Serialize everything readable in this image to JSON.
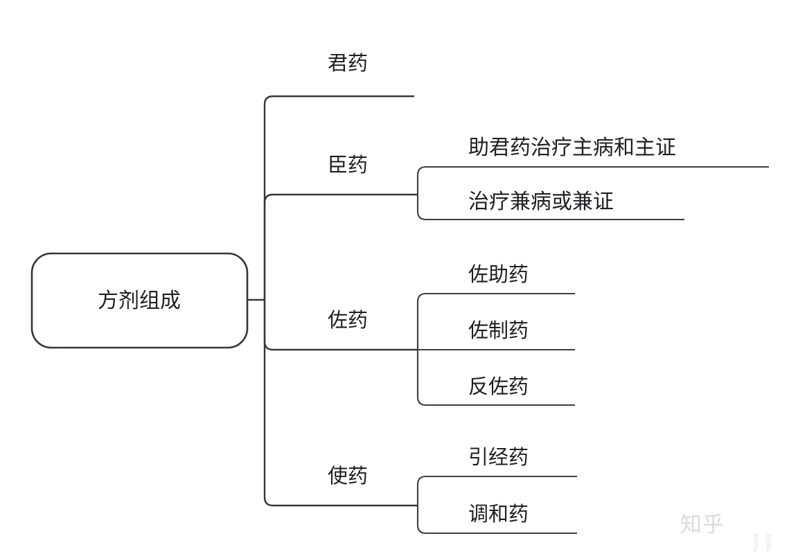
{
  "diagram": {
    "title": "方剂组成",
    "type": "mind-map",
    "background_color": "#ffffff",
    "line_color": "#33363b",
    "text_color": "#1d1f22",
    "root": {
      "label": "方剂组成"
    },
    "branches": [
      {
        "label": "君药",
        "children": []
      },
      {
        "label": "臣药",
        "children": [
          {
            "label": "助君药治疗主病和主证"
          },
          {
            "label": "治疗兼病或兼证"
          }
        ]
      },
      {
        "label": "佐药",
        "children": [
          {
            "label": "佐助药"
          },
          {
            "label": "佐制药"
          },
          {
            "label": "反佐药"
          }
        ]
      },
      {
        "label": "使药",
        "children": [
          {
            "label": "引经药"
          },
          {
            "label": "调和药"
          }
        ]
      }
    ]
  },
  "watermark": {
    "text": "知乎",
    "mark_left": "zhihu",
    "mark_right": "zhihu",
    "color": "#d8dade"
  }
}
